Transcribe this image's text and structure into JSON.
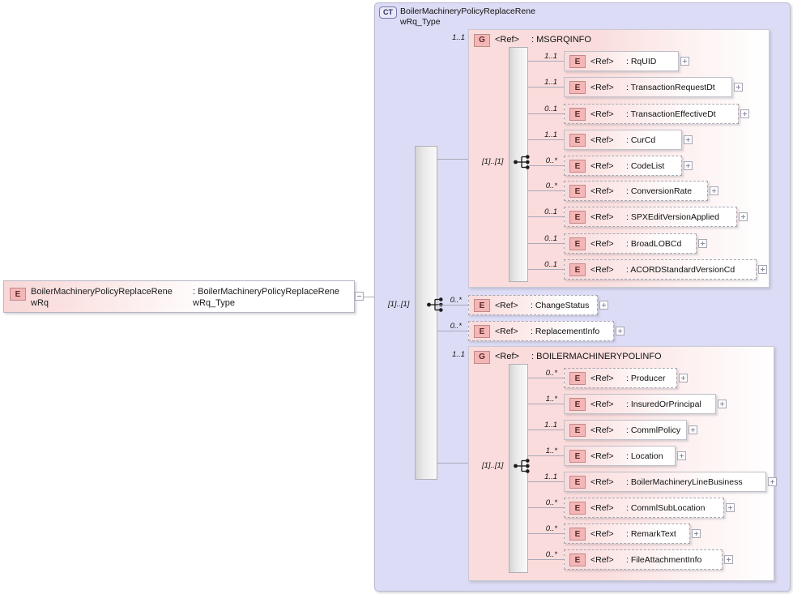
{
  "diagram": {
    "kind": "xsd-schema-diagram",
    "root_element": {
      "icon": "E",
      "name": "BoilerMachineryPolicyReplaceRene\nwRq",
      "type": ": BoilerMachineryPolicyReplaceRene\nwRq_Type",
      "expander": "minus"
    },
    "complex_type": {
      "icon": "CT",
      "title": "BoilerMachineryPolicyReplaceRene\nwRq_Type",
      "sequence_cardinality": "[1]..[1]",
      "root_cardinality": "[1]..[1]"
    },
    "groups": [
      {
        "icon": "G",
        "ref": "<Ref>",
        "name": ": MSGRQINFO",
        "cardinality": "1..1",
        "sequence_cardinality": "[1]..[1]",
        "children": [
          {
            "icon": "E",
            "ref": "<Ref>",
            "name": ": RqUID",
            "cardinality": "1..1",
            "required": true,
            "expander": "plus"
          },
          {
            "icon": "E",
            "ref": "<Ref>",
            "name": ": TransactionRequestDt",
            "cardinality": "1..1",
            "required": true,
            "expander": "plus"
          },
          {
            "icon": "E",
            "ref": "<Ref>",
            "name": ": TransactionEffectiveDt",
            "cardinality": "0..1",
            "required": false,
            "expander": "plus"
          },
          {
            "icon": "E",
            "ref": "<Ref>",
            "name": ": CurCd",
            "cardinality": "1..1",
            "required": true,
            "expander": "plus"
          },
          {
            "icon": "E",
            "ref": "<Ref>",
            "name": ": CodeList",
            "cardinality": "0..*",
            "required": false,
            "expander": "plus"
          },
          {
            "icon": "E",
            "ref": "<Ref>",
            "name": ": ConversionRate",
            "cardinality": "0..*",
            "required": false,
            "expander": "plus"
          },
          {
            "icon": "E",
            "ref": "<Ref>",
            "name": ": SPXEditVersionApplied",
            "cardinality": "0..1",
            "required": false,
            "expander": "plus"
          },
          {
            "icon": "E",
            "ref": "<Ref>",
            "name": ": BroadLOBCd",
            "cardinality": "0..1",
            "required": false,
            "expander": "plus"
          },
          {
            "icon": "E",
            "ref": "<Ref>",
            "name": ": ACORDStandardVersionCd",
            "cardinality": "0..1",
            "required": false,
            "expander": "plus"
          }
        ]
      },
      {
        "icon": "G",
        "ref": "<Ref>",
        "name": ": BOILERMACHINERYPOLINFO",
        "cardinality": "1..1",
        "sequence_cardinality": "[1]..[1]",
        "children": [
          {
            "icon": "E",
            "ref": "<Ref>",
            "name": ": Producer",
            "cardinality": "0..*",
            "required": false,
            "expander": "plus"
          },
          {
            "icon": "E",
            "ref": "<Ref>",
            "name": ": InsuredOrPrincipal",
            "cardinality": "1..*",
            "required": true,
            "expander": "plus"
          },
          {
            "icon": "E",
            "ref": "<Ref>",
            "name": ": CommlPolicy",
            "cardinality": "1..1",
            "required": true,
            "expander": "plus"
          },
          {
            "icon": "E",
            "ref": "<Ref>",
            "name": ": Location",
            "cardinality": "1..*",
            "required": true,
            "expander": "plus"
          },
          {
            "icon": "E",
            "ref": "<Ref>",
            "name": ": BoilerMachineryLineBusiness",
            "cardinality": "1..1",
            "required": true,
            "expander": "plus"
          },
          {
            "icon": "E",
            "ref": "<Ref>",
            "name": ": CommlSubLocation",
            "cardinality": "0..*",
            "required": false,
            "expander": "plus"
          },
          {
            "icon": "E",
            "ref": "<Ref>",
            "name": ": RemarkText",
            "cardinality": "0..*",
            "required": false,
            "expander": "plus"
          },
          {
            "icon": "E",
            "ref": "<Ref>",
            "name": ": FileAttachmentInfo",
            "cardinality": "0..*",
            "required": false,
            "expander": "plus"
          }
        ]
      }
    ],
    "top_level_elements": [
      {
        "icon": "E",
        "ref": "<Ref>",
        "name": ": ChangeStatus",
        "cardinality": "0..*",
        "required": false,
        "expander": "plus"
      },
      {
        "icon": "E",
        "ref": "<Ref>",
        "name": ": ReplacementInfo",
        "cardinality": "0..*",
        "required": false,
        "expander": "plus"
      }
    ],
    "colors": {
      "element_pink": "#fadada",
      "element_tag": "#f4b6b6",
      "complextype_lavender": "#dcdcf6",
      "line": "#a9a9b8",
      "border": "#bfbfc8"
    }
  }
}
